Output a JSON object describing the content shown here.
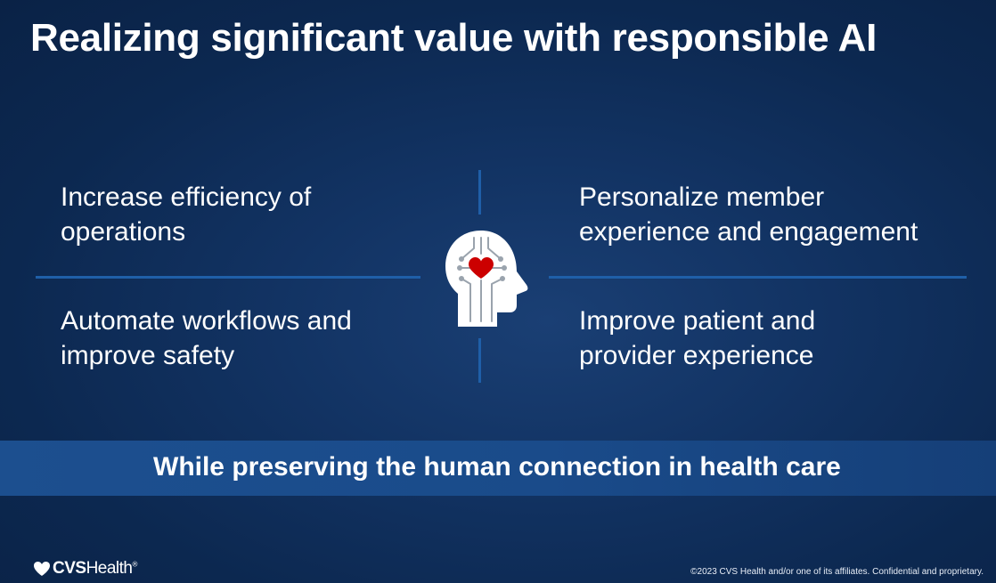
{
  "slide": {
    "title": "Realizing significant value with responsible AI",
    "quadrants": {
      "top_left": [
        "Increase efficiency of",
        "operations"
      ],
      "top_right": [
        "Personalize member",
        "experience and engagement"
      ],
      "bottom_left": [
        "Automate workflows and",
        "improve safety"
      ],
      "bottom_right": [
        "Improve patient and",
        "provider experience"
      ]
    },
    "tagline": "While preserving the human connection in health care",
    "icon": "ai-head-heart-icon"
  },
  "footer": {
    "logo_bold": "CVS",
    "logo_light": "Health",
    "logo_mark": "®",
    "copyright": "©2023 CVS Health and/or one of its affiliates. Confidential and proprietary."
  },
  "colors": {
    "background": "#0f2d5a",
    "divider": "#1f5fa8",
    "band": "#1c4f8f",
    "heart": "#cc0000"
  }
}
